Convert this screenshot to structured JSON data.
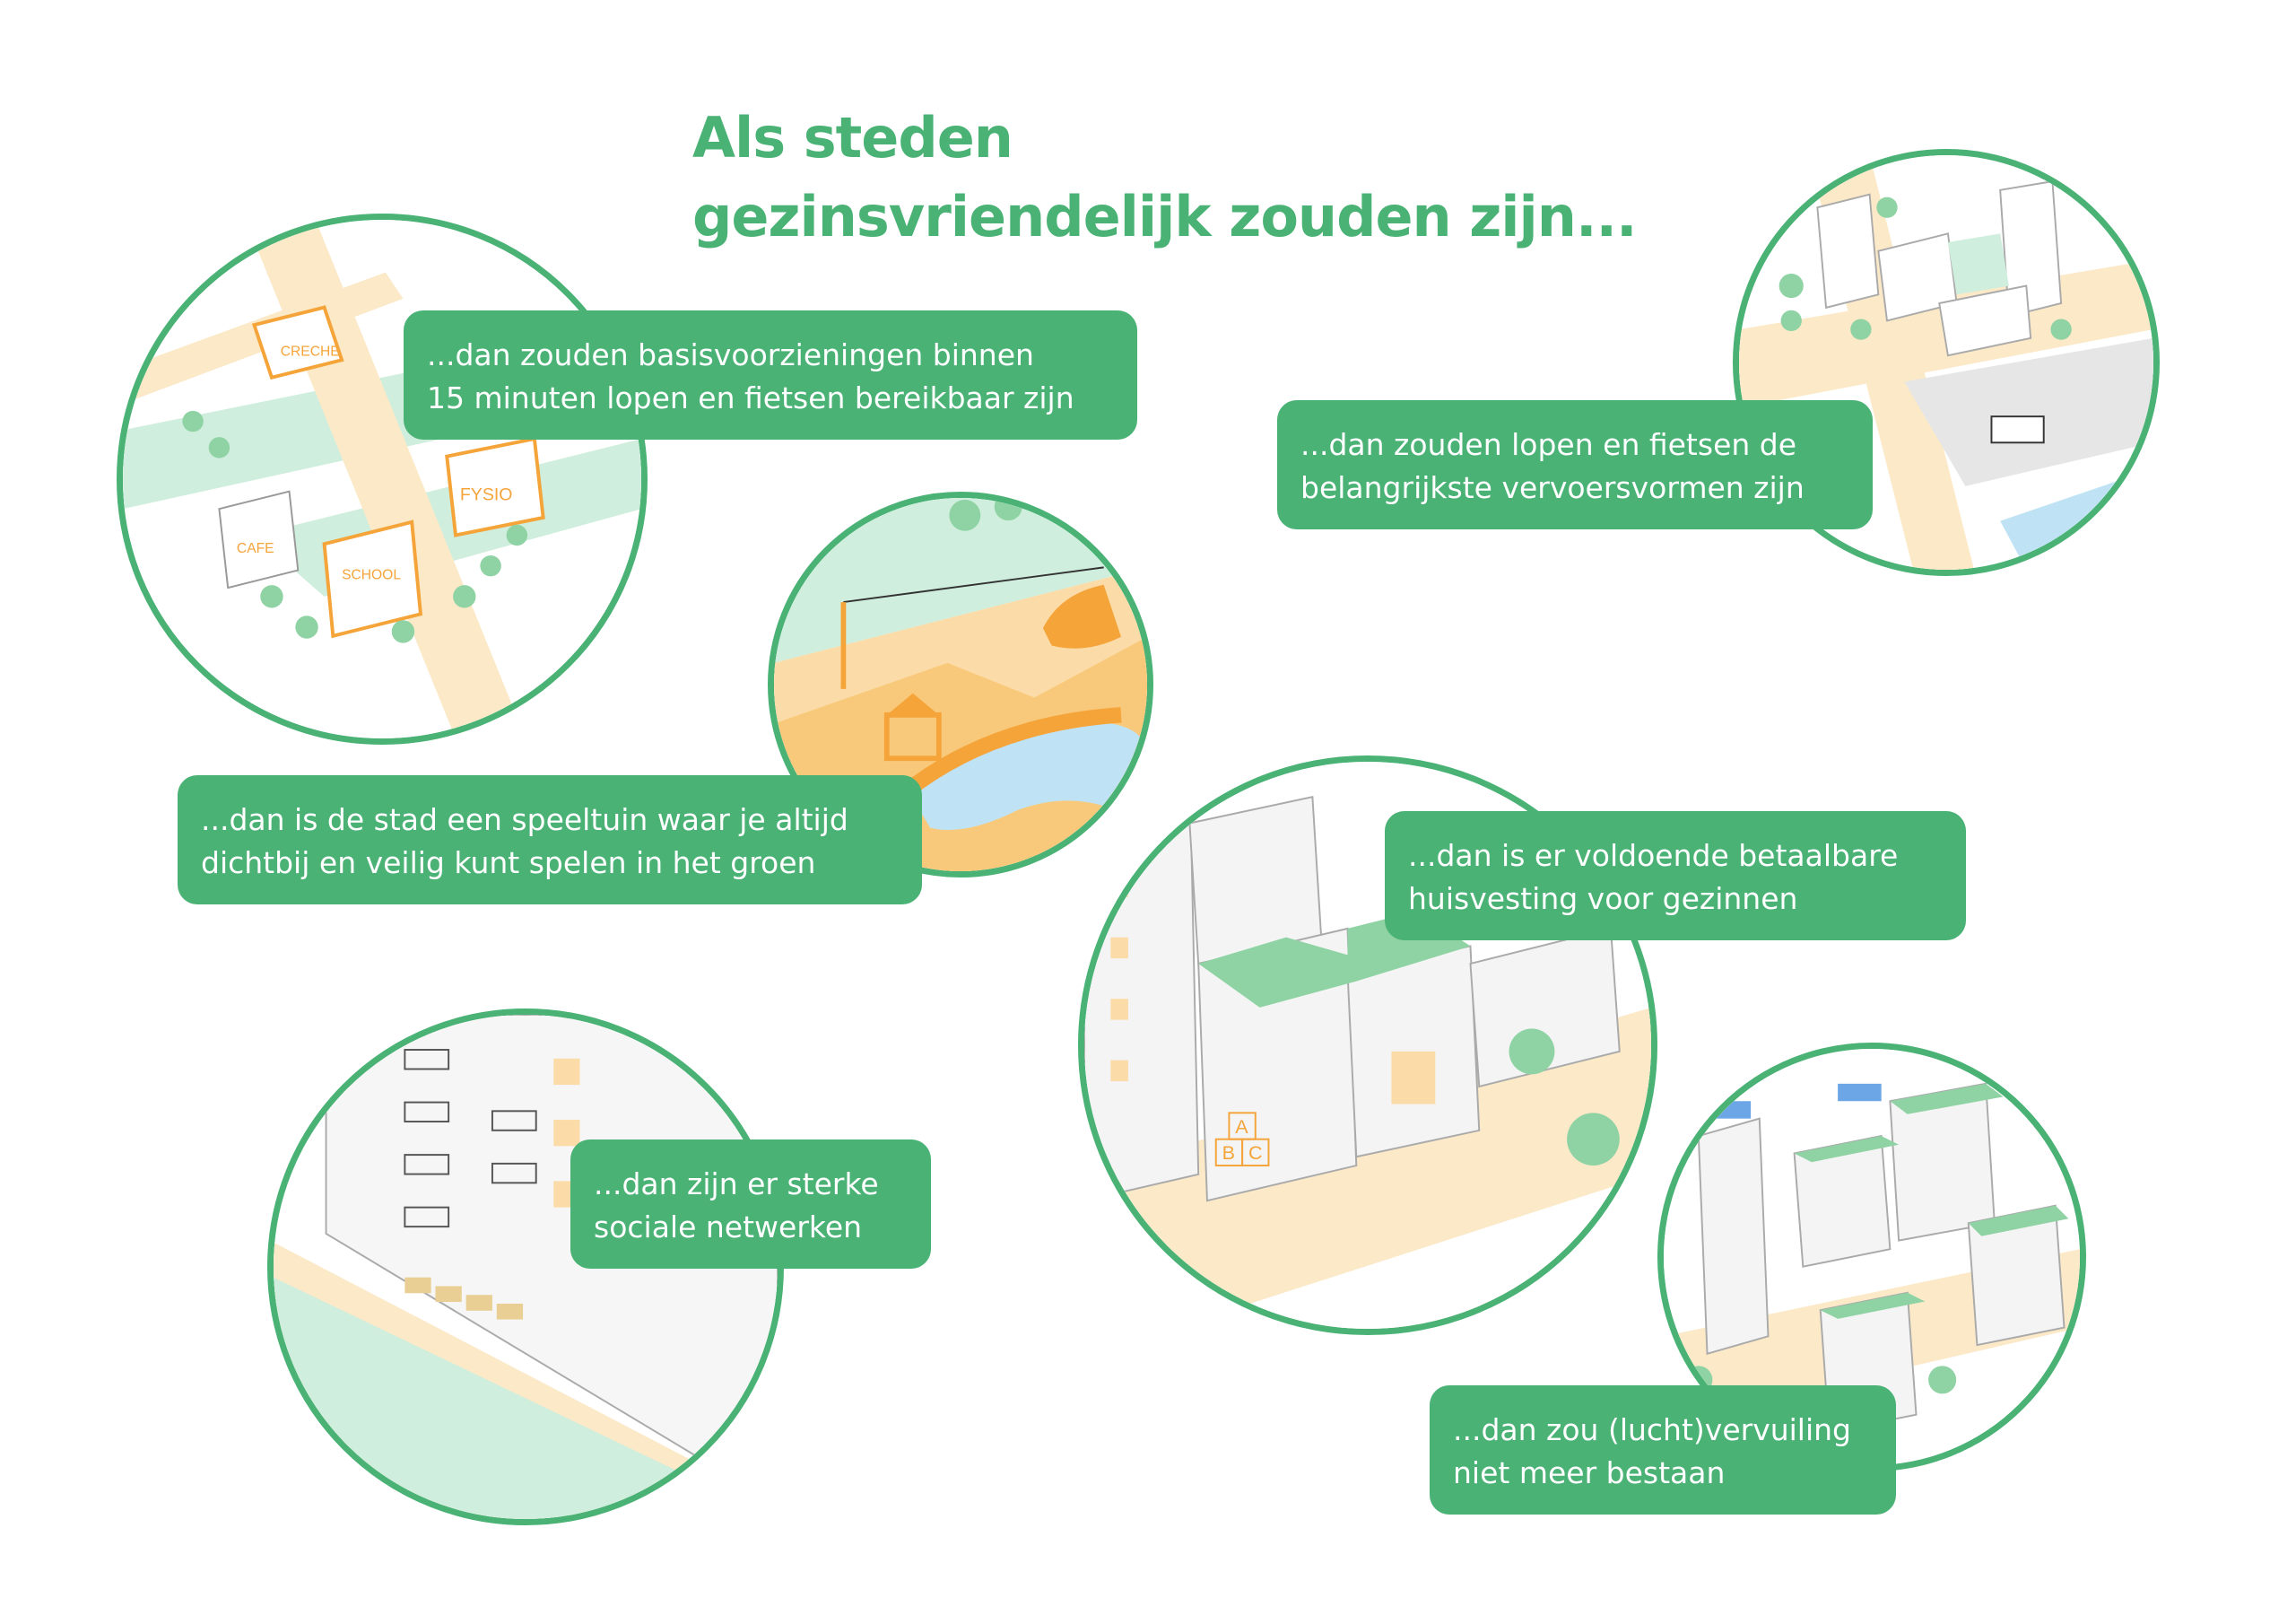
{
  "title": {
    "line1": "Als steden",
    "line2": "gezinsvriendelijk zouden zijn..."
  },
  "statements": [
    {
      "line1": "...dan zouden basisvoorzieningen binnen",
      "line2": "15 minuten lopen en fietsen bereikbaar zijn"
    },
    {
      "line1": "...dan zouden lopen en fietsen de",
      "line2": "belangrijkste vervoersvormen zijn"
    },
    {
      "line1": "...dan is de stad een speeltuin waar je altijd",
      "line2": "dichtbij en veilig kunt spelen in het groen"
    },
    {
      "line1": "...dan is er voldoende betaalbare",
      "line2": "huisvesting voor gezinnen"
    },
    {
      "line1": "...dan zijn er sterke",
      "line2": "sociale netwerken"
    },
    {
      "line1": "...dan zou (lucht)vervuiling",
      "line2": "niet meer bestaan"
    }
  ],
  "building_signs": [
    "CRECHE",
    "FYSIO",
    "CAFE",
    "SCHOOL"
  ],
  "block_letters": [
    "A",
    "B",
    "C"
  ],
  "colors": {
    "green": "#49b274",
    "light_green": "#cfeedd",
    "orange": "#f5a43a",
    "light_orange": "#fbdca8",
    "water": "#bfe3f5",
    "grey": "#e6e6e6"
  }
}
